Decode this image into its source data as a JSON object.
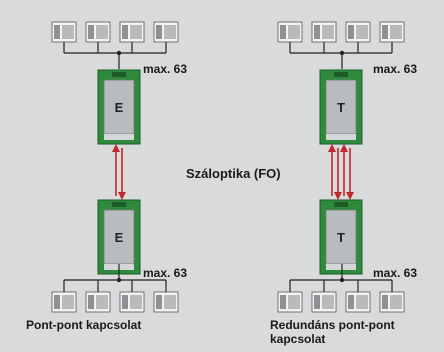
{
  "diagram": {
    "colors": {
      "background": "#d8dadb",
      "device_green": "#2e8b3e",
      "device_body": "#b9bcbe",
      "fiber": "#c0282d",
      "bus_line": "#222222"
    },
    "left": {
      "top_module_label": "E",
      "bottom_module_label": "E",
      "top_max_label": "max. 63",
      "bottom_max_label": "max. 63",
      "caption": "Pont-pont kapcsolat",
      "fiber_lines": 2
    },
    "right": {
      "top_module_label": "T",
      "bottom_module_label": "T",
      "top_max_label": "max. 63",
      "bottom_max_label": "max. 63",
      "caption": "Redundáns pont-pont kapcsolat",
      "fiber_lines": 4
    },
    "center_label": "Száloptika (FO)"
  }
}
